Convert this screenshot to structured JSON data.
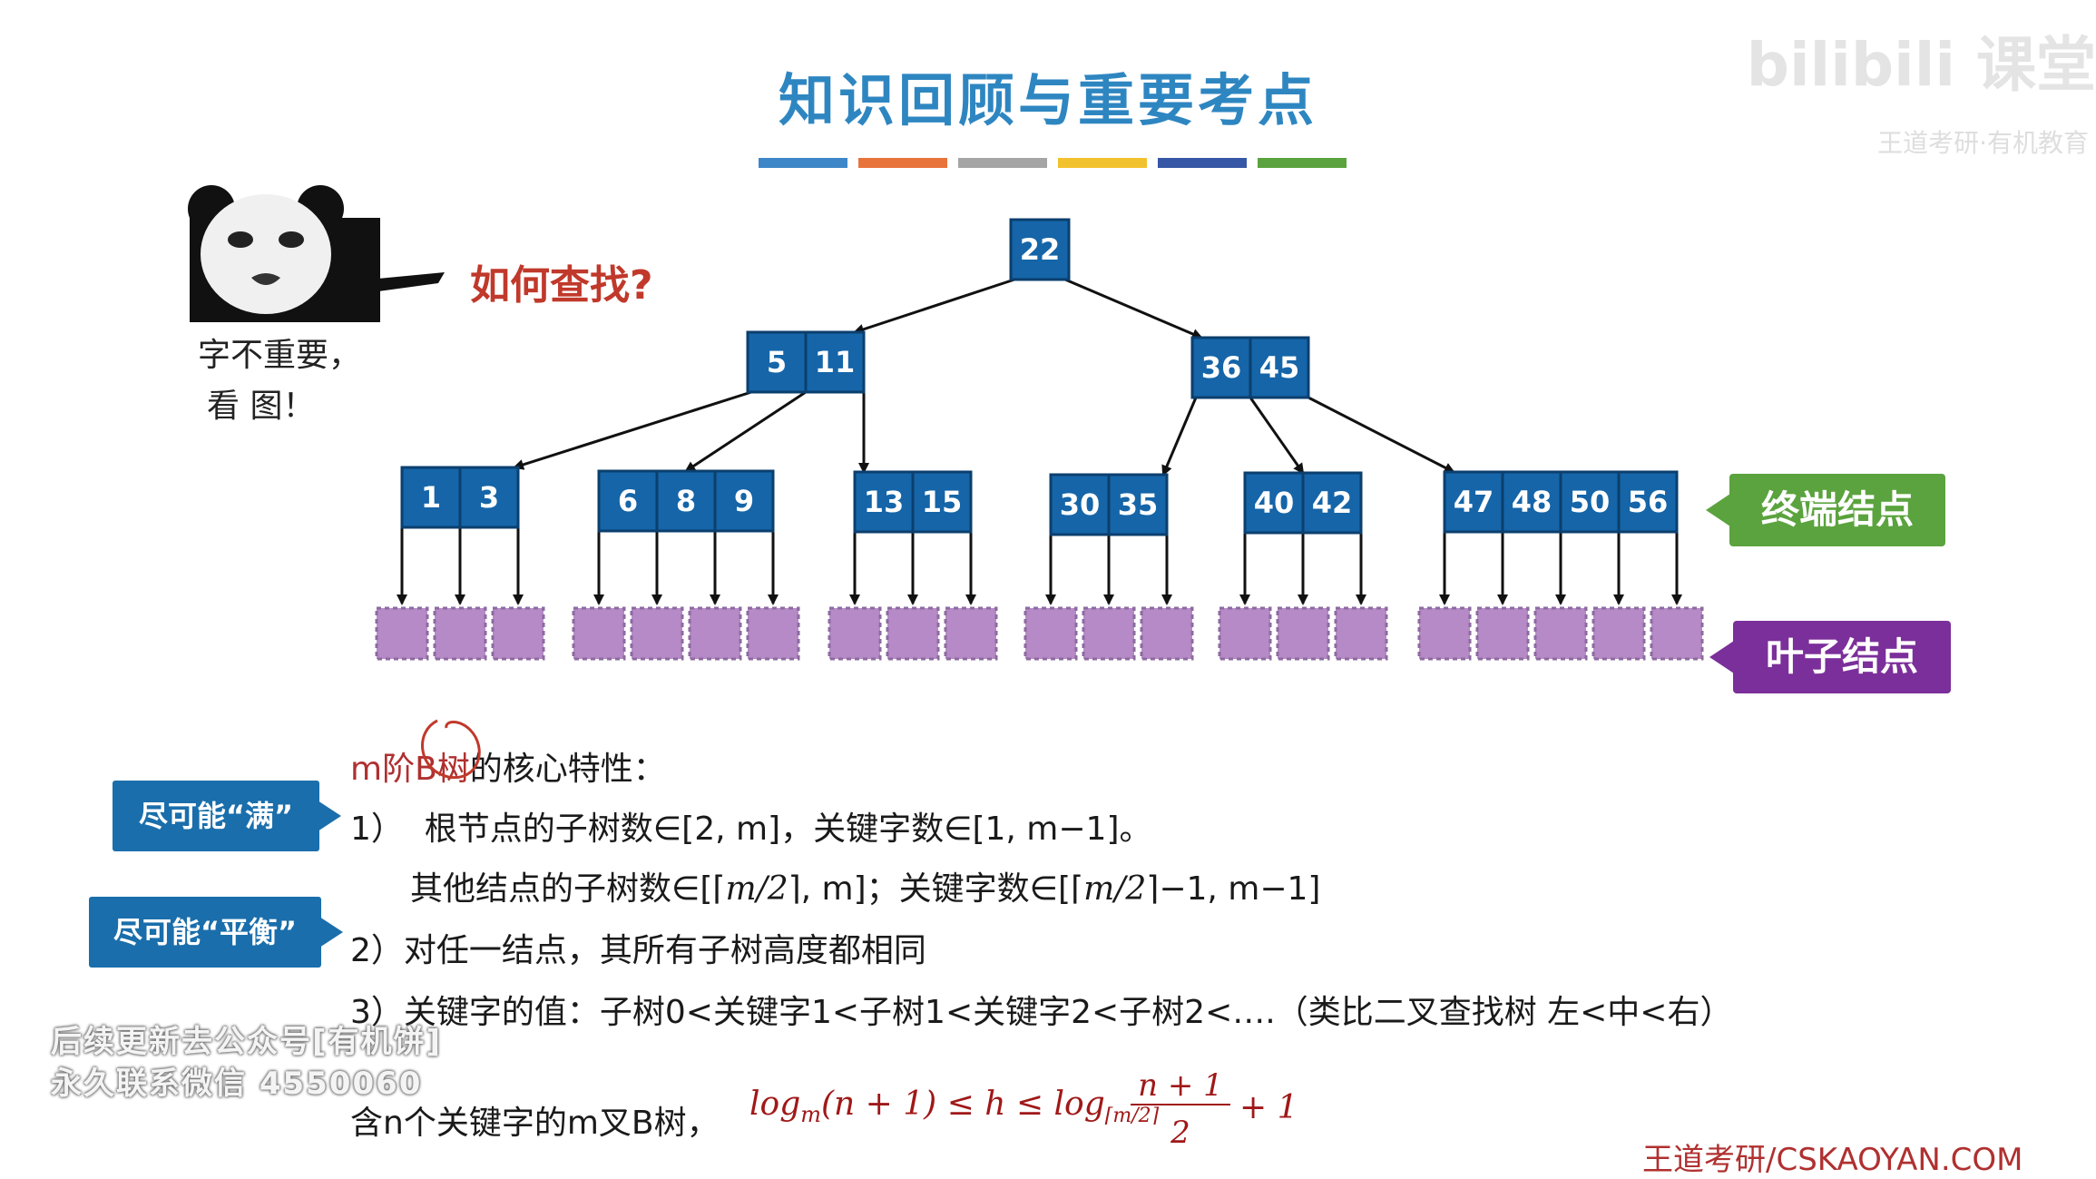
{
  "title": "知识回顾与重要考点",
  "accent_bars": [
    "#3d87c8",
    "#e8743b",
    "#a5a5a5",
    "#f2c12e",
    "#3656a6",
    "#5ba33e"
  ],
  "panda": {
    "caption_line1": "字不重要，",
    "caption_line2": "看 图！",
    "question": "如何查找?"
  },
  "tree": {
    "root": [
      "22"
    ],
    "level2": [
      [
        "5",
        "11"
      ],
      [
        "36",
        "45"
      ]
    ],
    "terminal": [
      [
        "1",
        "3"
      ],
      [
        "6",
        "8",
        "9"
      ],
      [
        "13",
        "15"
      ],
      [
        "30",
        "35"
      ],
      [
        "40",
        "42"
      ],
      [
        "47",
        "48",
        "50",
        "56"
      ]
    ]
  },
  "labels": {
    "terminal_nodes": "终端结点",
    "leaf_nodes": "叶子结点"
  },
  "side_tags": {
    "full": "尽可能“满”",
    "balanced": "尽可能“平衡”"
  },
  "text": {
    "heading_prefix": "m阶B树",
    "heading_suffix": "的核心特性：",
    "item1_no": "1）",
    "item1": "根节点的子树数∈[2, m]，关键字数∈[1, m−1]。",
    "item1b_pre": "其他结点的子树数∈[⌈",
    "item1b_m1": "m/2",
    "item1b_mid": "⌉, m]；关键字数∈[⌈",
    "item1b_m2": "m/2",
    "item1b_post": "⌉−1, m−1]",
    "item2": "2）对任一结点，其所有子树高度都相同",
    "item3": "3）关键字的值：子树0<关键字1<子树1<关键字2<子树2<….（类比二叉查找树 左<中<右）",
    "formula_prefix": "含n个关键字的m叉B树，",
    "formula_left": "log",
    "formula_left_sub": "m",
    "formula_left_arg": "(n + 1) ≤ h ≤ log",
    "formula_right_sub": "⌈m/2⌉",
    "formula_num": "n + 1",
    "formula_den": "2",
    "formula_tail": "+ 1"
  },
  "watermark": {
    "line1": "后续更新去公众号[有机饼]",
    "line2": "永久联系微信 4550060",
    "logo": "bilibili 课堂",
    "logo_sub": "王道考研·有机教育"
  },
  "footer": "王道考研/CSKAOYAN.COM"
}
